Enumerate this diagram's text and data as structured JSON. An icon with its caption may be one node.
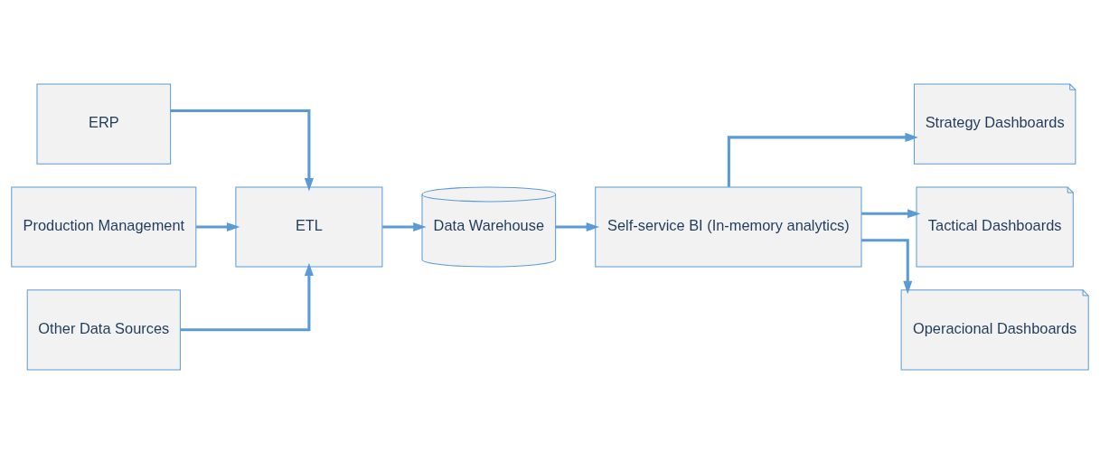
{
  "diagram": {
    "nodes": [
      {
        "text": [
          "ERP"
        ]
      },
      {
        "text": [
          "Production Management"
        ]
      },
      {
        "text": [
          "Other Data Sources"
        ]
      },
      {
        "text": [
          "ETL"
        ]
      },
      {
        "text": [
          "Data Warehouse"
        ]
      },
      {
        "text": [
          "Self-service BI (In-memory analytics)"
        ]
      },
      {
        "text": [
          "Strategy Dashboards"
        ]
      },
      {
        "text": [
          "Tactical Dashboards"
        ]
      },
      {
        "text": [
          "Operacional Dashboards"
        ]
      }
    ],
    "edges": [
      {
        "from": 0,
        "to": 3,
        "arrow": "to"
      },
      {
        "from": 1,
        "to": 3,
        "arrow": "to"
      },
      {
        "from": 2,
        "to": 3,
        "arrow": "to"
      },
      {
        "from": 3,
        "to": 4,
        "arrow": "to"
      },
      {
        "from": 4,
        "to": 5,
        "arrow": "to"
      },
      {
        "from": 5,
        "to": 6,
        "arrow": "to"
      },
      {
        "from": 5,
        "to": 7,
        "arrow": "to"
      },
      {
        "from": 5,
        "to": 8,
        "arrow": "to"
      }
    ]
  }
}
